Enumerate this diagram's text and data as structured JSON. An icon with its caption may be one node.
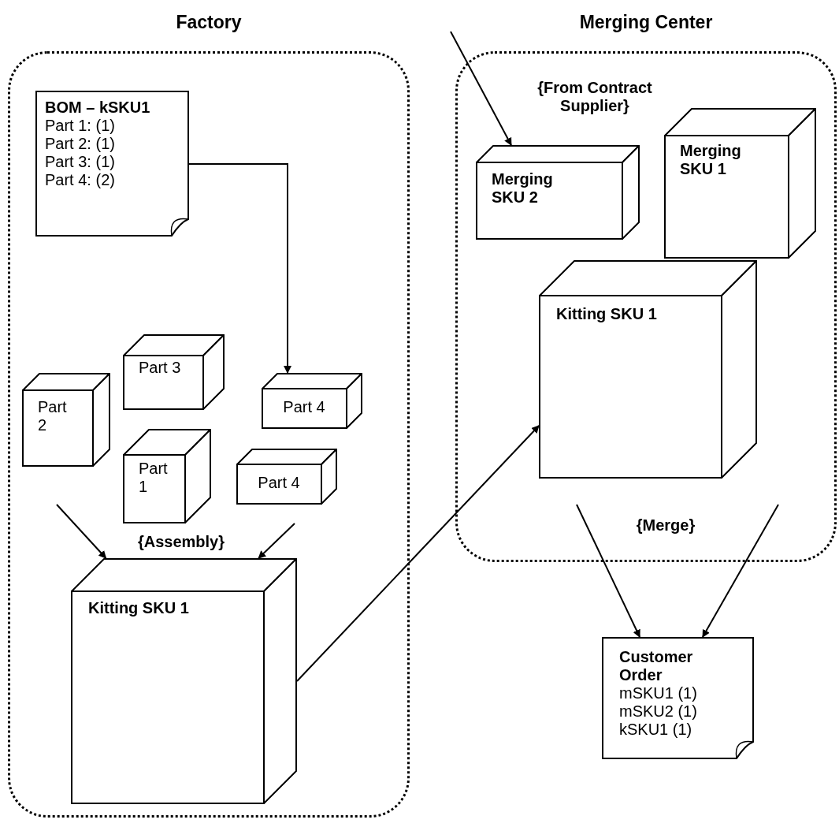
{
  "diagram": {
    "nodes": [
      {
        "text": [
          "Factory"
        ]
      },
      {
        "text": [
          "Merging Center"
        ]
      },
      {
        "text": [
          "BOM – kSKU1",
          "Part 1: (1)",
          "Part 2: (1)",
          "Part 3: (1)",
          "Part 4: (2)"
        ],
        "in": 0
      },
      {
        "text": [
          "Part 3"
        ],
        "in": 0
      },
      {
        "text": [
          "Part 2"
        ],
        "in": 0
      },
      {
        "text": [
          "Part 4"
        ],
        "in": 0
      },
      {
        "text": [
          "Part 1"
        ],
        "in": 0
      },
      {
        "text": [
          "Part 4"
        ],
        "in": 0
      },
      {
        "text": [
          "Kitting SKU 1"
        ],
        "in": 0
      },
      {
        "text": [
          "Merging SKU 1"
        ],
        "in": 1
      },
      {
        "text": [
          "Merging SKU 2"
        ],
        "in": 1
      },
      {
        "text": [
          "Kitting SKU 1"
        ],
        "in": 1
      },
      {
        "text": [
          "Customer Order",
          "mSKU1 (1)",
          "mSKU2 (1)",
          "kSKU1 (1)"
        ]
      }
    ],
    "edges": [
      {
        "from": 2,
        "to": 5,
        "arrow": "to"
      },
      {
        "from": null,
        "to": 8,
        "arrow": "to"
      },
      {
        "from": null,
        "to": 8,
        "arrow": "to"
      },
      {
        "from": 8,
        "to": 11,
        "arrow": "to"
      },
      {
        "from": null,
        "to": 10,
        "arrow": "to"
      },
      {
        "from": null,
        "to": 12,
        "arrow": "to"
      },
      {
        "from": null,
        "to": 12,
        "arrow": "to"
      }
    ],
    "labels": [
      "{From Contract Supplier}",
      "{Assembly}",
      "{Merge}"
    ]
  }
}
